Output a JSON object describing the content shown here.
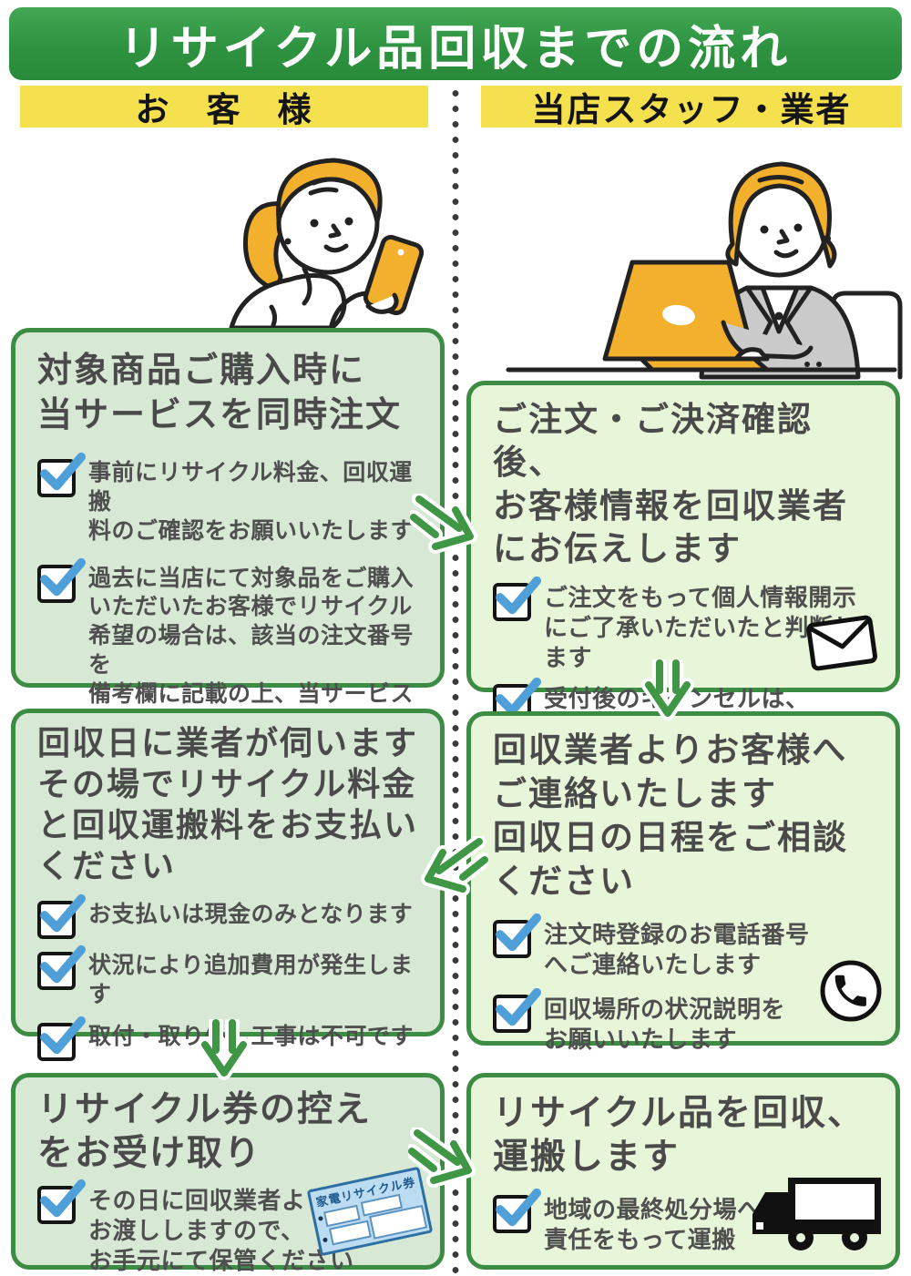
{
  "title": "リサイクル品回収までの流れ",
  "headers": {
    "customer": "お　客　様",
    "staff": "当店スタッフ・業者"
  },
  "colors": {
    "banner_green": "#2e9340",
    "box_border_green": "#3c8c44",
    "customer_box_bg": "#d7e8d4",
    "staff_box_bg": "#e7f5d9",
    "header_yellow": "#f5e14e",
    "check_blue": "#4f9fd8",
    "arrow_green": "#3f9746",
    "text_dark": "#4a4a4a",
    "ticket_blue": "#bcdcf2"
  },
  "steps": {
    "customer1": {
      "title": "対象商品ご購入時に\n当サービスを同時注文",
      "items": [
        "事前にリサイクル料金、回収運搬\n料のご確認をお願いいたします",
        "過去に当店にて対象品をご購入\nいただいたお客様でリサイクル\n希望の場合は、該当の注文番号を\n備考欄に記載の上、当サービスのみ\nご注文ください"
      ]
    },
    "staff1": {
      "title": "ご注文・ご決済確認後、\nお客様情報を回収業者\nにお伝えします",
      "items": [
        "ご注文をもって個人情報開示\nにご了承いただいたと判断します",
        "受付後のキャンセルは、\n手数料が発生します"
      ]
    },
    "customer2": {
      "title": "回収日に業者が伺います\nその場でリサイクル料金\nと回収運搬料をお支払い\nください",
      "items": [
        "お支払いは現金のみとなります",
        "状況により追加費用が発生します",
        "取付・取り外し工事は不可です"
      ]
    },
    "staff2": {
      "title": "回収業者よりお客様へ\nご連絡いたします\n回収日の日程をご相談\nください",
      "items": [
        "注文時登録のお電話番号\nへご連絡いたします",
        "回収場所の状況説明を\nお願いいたします"
      ]
    },
    "customer3": {
      "title": "リサイクル券の控え\nをお受け取り",
      "items": [
        "その日に回収業者より\nお渡ししますので、\nお手元にて保管ください"
      ]
    },
    "staff3": {
      "title": "リサイクル品を回収、\n運搬します",
      "items": [
        "地域の最終処分場へ\n責任をもって運搬"
      ]
    }
  },
  "ticket": {
    "label": "家電リサイクル券"
  }
}
